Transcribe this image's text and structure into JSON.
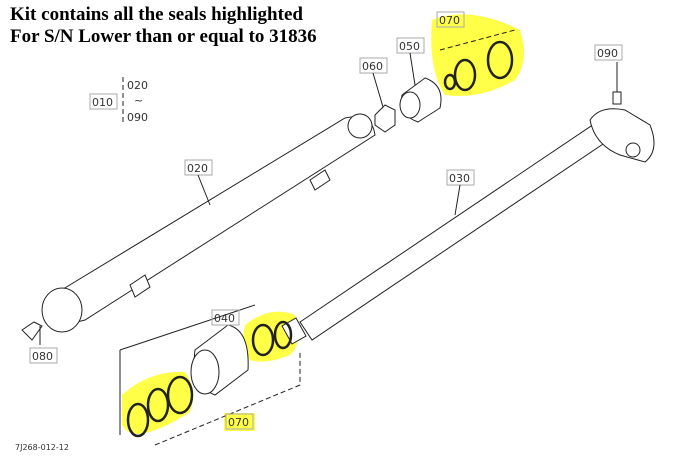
{
  "header": {
    "line1": "Kit contains all the seals highlighted",
    "line2": "For S/N Lower than or equal to 31836"
  },
  "labels": {
    "p010": "010",
    "p020_range_start": "020",
    "p020_range_tilde": "~",
    "p090_range_end": "090",
    "p020": "020",
    "p030": "030",
    "p040": "040",
    "p050": "050",
    "p060": "060",
    "p070_top": "070",
    "p070_bottom": "070",
    "p080": "080",
    "p090": "090"
  },
  "diagram_code": "7J268-012-12",
  "colors": {
    "highlight": "#ffff33"
  }
}
